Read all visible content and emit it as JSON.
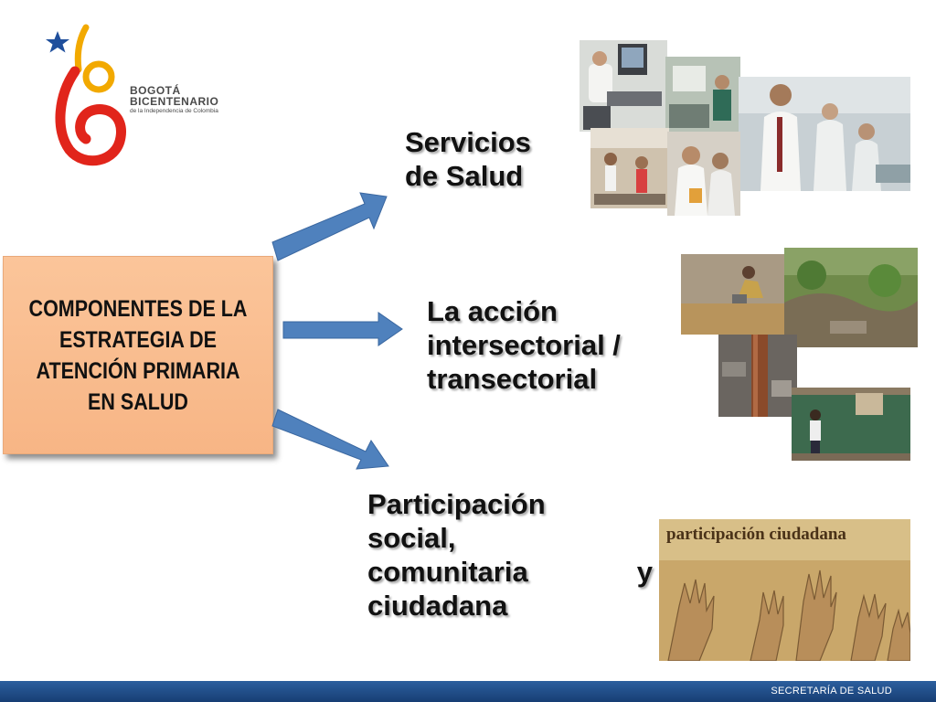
{
  "logo": {
    "line1": "BOGOTÁ",
    "line2": "BICENTENARIO",
    "line3": "de la Independencia de Colombia"
  },
  "main_box": {
    "text": "COMPONENTES DE LA ESTRATEGIA DE ATENCIÓN PRIMARIA EN SALUD"
  },
  "components": {
    "servicios": {
      "line1": "Servicios",
      "line2": "de Salud"
    },
    "intersectorial": {
      "line1": "La acción",
      "line2": "intersectorial /",
      "line3": "transectorial"
    },
    "participacion": {
      "line1": "Participación",
      "line2": "social,",
      "line3a": "comunitaria",
      "line3b": "y",
      "line4": "ciudadana"
    }
  },
  "photos": {
    "participacion_caption": "participación ciudadana"
  },
  "footer": {
    "text": "SECRETARÍA DE SALUD"
  },
  "colors": {
    "box_fill": "#f9bd8f",
    "arrow_fill": "#4f81bd",
    "footer_bar": "#1f4e8c"
  }
}
